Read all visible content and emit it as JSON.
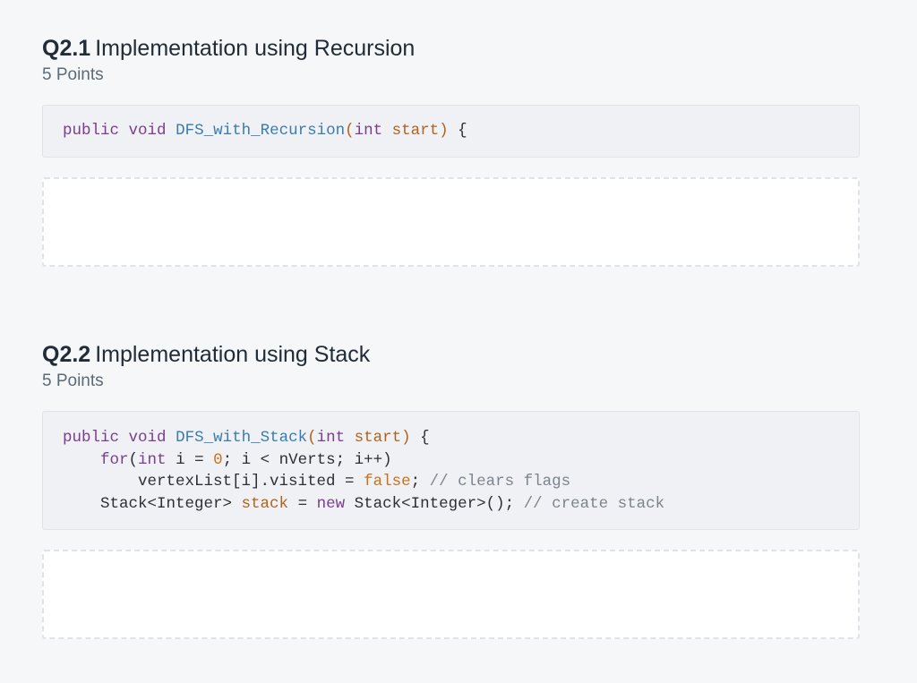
{
  "questions": [
    {
      "number": "Q2.1",
      "title": "Implementation using Recursion",
      "points": "5 Points",
      "code": {
        "line0": {
          "t0": "public",
          "t1": " ",
          "t2": "void",
          "t3": " ",
          "t4": "DFS_with_Recursion",
          "t5": "(",
          "t6": "int",
          "t7": " ",
          "t8": "start",
          "t9": ")",
          "t10": " {"
        }
      },
      "answer": ""
    },
    {
      "number": "Q2.2",
      "title": "Implementation using Stack",
      "points": "5 Points",
      "code": {
        "line0": {
          "t0": "public",
          "t1": " ",
          "t2": "void",
          "t3": " ",
          "t4": "DFS_with_Stack",
          "t5": "(",
          "t6": "int",
          "t7": " ",
          "t8": "start",
          "t9": ")",
          "t10": " {"
        },
        "line1": {
          "t0": "    ",
          "t1": "for",
          "t2": "(",
          "t3": "int",
          "t4": " i = ",
          "t5": "0",
          "t6": "; i < nVerts; i++)"
        },
        "line2": {
          "t0": "        vertexList[i].visited = ",
          "t1": "false",
          "t2": "; ",
          "t3": "// clears flags"
        },
        "line3": {
          "t0": "    Stack<Integer> ",
          "t1": "stack",
          "t2": " = ",
          "t3": "new",
          "t4": " Stack<Integer>(); ",
          "t5": "// create stack"
        }
      },
      "answer": ""
    }
  ]
}
